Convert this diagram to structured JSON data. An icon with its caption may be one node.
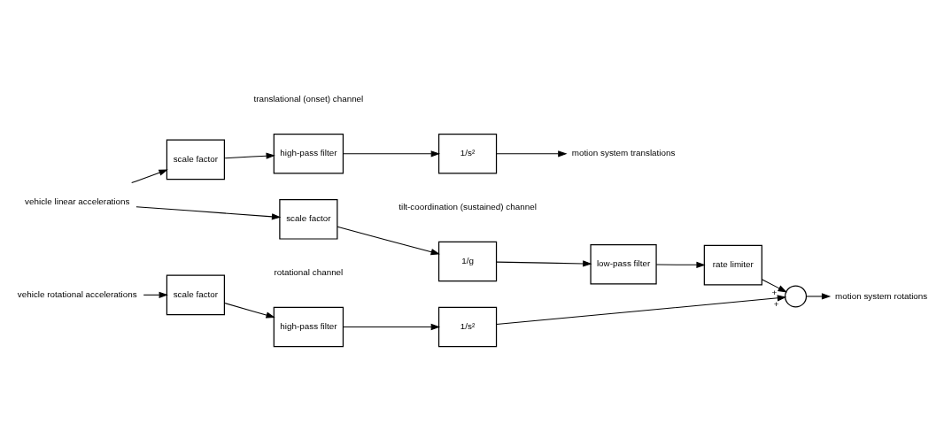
{
  "diagram": {
    "nodes": [
      {
        "text": [
          "vehicle linear accelerations"
        ]
      },
      {
        "text": [
          "scale factor"
        ]
      },
      {
        "text": [
          "high-pass filter"
        ]
      },
      {
        "text": [
          "1/s²"
        ]
      },
      {
        "text": [
          "motion system translations"
        ]
      },
      {
        "text": [
          "scale factor"
        ]
      },
      {
        "text": [
          "1/g"
        ]
      },
      {
        "text": [
          "low-pass filter"
        ]
      },
      {
        "text": [
          "rate limiter"
        ]
      },
      {
        "text": [
          "vehicle rotational accelerations"
        ]
      },
      {
        "text": [
          "scale factor"
        ]
      },
      {
        "text": [
          "high-pass filter"
        ]
      },
      {
        "text": [
          "1/s²"
        ]
      },
      {
        "text": [],
        "shape": "circle"
      },
      {
        "text": [
          "motion system rotations"
        ]
      }
    ],
    "edges": [
      {
        "from": 0,
        "to": 1,
        "arrow": "to"
      },
      {
        "from": 0,
        "to": 5,
        "arrow": "to"
      },
      {
        "from": 1,
        "to": 2,
        "arrow": "to"
      },
      {
        "from": 2,
        "to": 3,
        "arrow": "to"
      },
      {
        "from": 3,
        "to": 4,
        "arrow": "to"
      },
      {
        "from": 5,
        "to": 6,
        "arrow": "to"
      },
      {
        "from": 6,
        "to": 7,
        "arrow": "to"
      },
      {
        "from": 7,
        "to": 8,
        "arrow": "to"
      },
      {
        "from": 8,
        "to": 13,
        "arrow": "to",
        "label": "+"
      },
      {
        "from": 9,
        "to": 10,
        "arrow": "to"
      },
      {
        "from": 10,
        "to": 11,
        "arrow": "to"
      },
      {
        "from": 11,
        "to": 12,
        "arrow": "to"
      },
      {
        "from": 12,
        "to": 13,
        "arrow": "to",
        "label": "+"
      },
      {
        "from": 13,
        "to": 14,
        "arrow": "to"
      }
    ],
    "labels": [
      "translational (onset) channel",
      "tilt-coordination (sustained) channel",
      "rotational channel"
    ]
  }
}
